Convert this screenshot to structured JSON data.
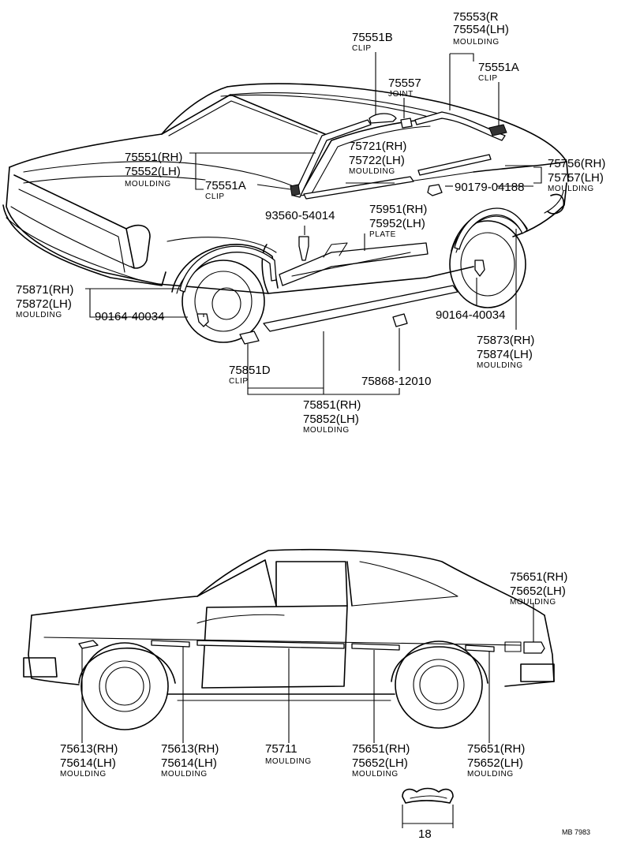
{
  "labels": {
    "p75553": "75553(R",
    "p75554": "75554(LH)",
    "p75553_desc": "MOULDING",
    "p75551b": "75551B",
    "p75551b_desc": "CLIP",
    "p75551a_top": "75551A",
    "p75551a_top_desc": "CLIP",
    "p75557": "75557",
    "p75557_desc": "JOINT",
    "p75551": "75551(RH)",
    "p75552": "75552(LH)",
    "p75551_desc": "MOULDING",
    "p75551a_left": "75551A",
    "p75551a_left_desc": "CLIP",
    "p75721": "75721(RH)",
    "p75722": "75722(LH)",
    "p75721_desc": "MOULDING",
    "p75756": "75756(RH)",
    "p75757": "75757(LH)",
    "p75756_desc": "MOULDING",
    "p90179": "90179-04188",
    "p93560": "93560-54014",
    "p75951": "75951(RH)",
    "p75952": "75952(LH)",
    "p75951_desc": "PLATE",
    "p75871": "75871(RH)",
    "p75872": "75872(LH)",
    "p75871_desc": "MOULDING",
    "p90164_left": "90164-40034",
    "p90164_right": "90164-40034",
    "p75873": "75873(RH)",
    "p75874": "75874(LH)",
    "p75873_desc": "MOULDING",
    "p75851d": "75851D",
    "p75851d_desc": "CLIP",
    "p75868": "75868-12010",
    "p75851": "75851(RH)",
    "p75852": "75852(LH)",
    "p75851_desc": "MOULDING",
    "p75651_rear": "75651(RH)",
    "p75652_rear": "75652(LH)",
    "p75651_rear_desc": "MOULDING",
    "p75613_a": "75613(RH)",
    "p75614_a": "75614(LH)",
    "p75613_a_desc": "MOULDING",
    "p75613_b": "75613(RH)",
    "p75614_b": "75614(LH)",
    "p75613_b_desc": "MOULDING",
    "p75711": "75711",
    "p75711_desc": "MOULDING",
    "p75651_a": "75651(RH)",
    "p75652_a": "75652(LH)",
    "p75651_a_desc": "MOULDING",
    "p75651_b": "75651(RH)",
    "p75652_b": "75652(LH)",
    "p75651_b_desc": "MOULDING",
    "dimension": "18",
    "figure_ref": "MB 7983"
  }
}
